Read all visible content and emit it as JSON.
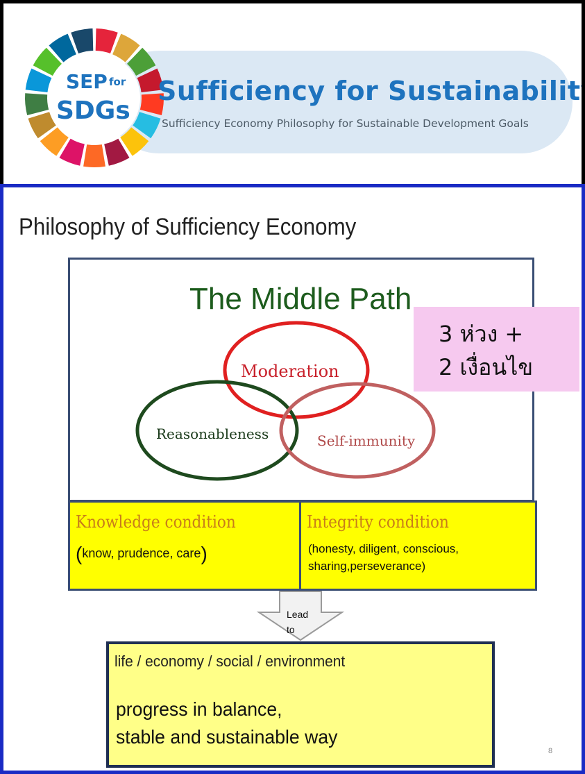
{
  "header": {
    "logo": {
      "line1": "SEP",
      "line1_small": "for",
      "line2": "SDGs"
    },
    "title": "Sufficiency for Sustainability",
    "subtitle": "Sufficiency Economy Philosophy for Sustainable Development Goals"
  },
  "slide": {
    "title": "Philosophy of Sufficiency Economy",
    "diagram_title": "The Middle Path",
    "circles": [
      {
        "label": "Moderation",
        "color": "#e02020"
      },
      {
        "label": "Reasonableness",
        "color": "#1e4a1e"
      },
      {
        "label": "Self-immunity",
        "color": "#c06060"
      }
    ],
    "thai_note": {
      "line1": "3 ห่วง  +",
      "line2": "2 เงื่อนไข"
    },
    "knowledge": {
      "title": "Knowledge condition",
      "text": "know, prudence, care"
    },
    "integrity": {
      "title": "Integrity condition",
      "text": "(honesty, diligent, conscious,\nsharing,perseverance)"
    },
    "arrow_label": "Lead\nto",
    "result": {
      "line1": "life / economy / social / environment",
      "line2": "progress in balance,\nstable and sustainable way"
    },
    "page_number": "8"
  },
  "colors": {
    "frame_blue": "#1a2bc4",
    "condition_yellow": "#ffff00",
    "result_yellow": "#ffff88",
    "thai_pink": "#f6c9ef"
  }
}
